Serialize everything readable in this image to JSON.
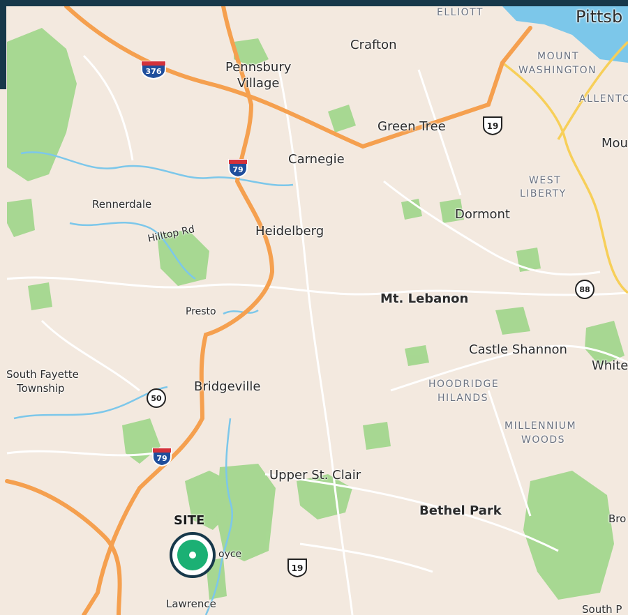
{
  "map": {
    "places": [
      {
        "id": "elliott",
        "text": "ELLIOTT"
      },
      {
        "id": "pittsburgh",
        "text": "Pittsb"
      },
      {
        "id": "crafton",
        "text": "Crafton"
      },
      {
        "id": "mount-washington-1",
        "text": "MOUNT"
      },
      {
        "id": "mount-washington-2",
        "text": "WASHINGTON"
      },
      {
        "id": "pennsbury-1",
        "text": "Pennsbury"
      },
      {
        "id": "pennsbury-2",
        "text": "Village"
      },
      {
        "id": "allentown",
        "text": "ALLENTO"
      },
      {
        "id": "green-tree",
        "text": "Green Tree"
      },
      {
        "id": "mount-oliver",
        "text": "Mou"
      },
      {
        "id": "carnegie",
        "text": "Carnegie"
      },
      {
        "id": "west-liberty-1",
        "text": "WEST"
      },
      {
        "id": "west-liberty-2",
        "text": "LIBERTY"
      },
      {
        "id": "rennerdale",
        "text": "Rennerdale"
      },
      {
        "id": "dormont",
        "text": "Dormont"
      },
      {
        "id": "hilltop-rd",
        "text": "Hilltop Rd"
      },
      {
        "id": "heidelberg",
        "text": "Heidelberg"
      },
      {
        "id": "mt-lebanon",
        "text": "Mt. Lebanon"
      },
      {
        "id": "presto",
        "text": "Presto"
      },
      {
        "id": "castle-shannon",
        "text": "Castle Shannon"
      },
      {
        "id": "whitehall",
        "text": "White"
      },
      {
        "id": "south-fayette-1",
        "text": "South Fayette"
      },
      {
        "id": "south-fayette-2",
        "text": "Township"
      },
      {
        "id": "bridgeville",
        "text": "Bridgeville"
      },
      {
        "id": "hoodridge-1",
        "text": "HOODRIDGE"
      },
      {
        "id": "hoodridge-2",
        "text": "HILANDS"
      },
      {
        "id": "millennium-1",
        "text": "MILLENNIUM"
      },
      {
        "id": "millennium-2",
        "text": "WOODS"
      },
      {
        "id": "upper-st-clair",
        "text": "Upper St. Clair"
      },
      {
        "id": "bethel-park",
        "text": "Bethel Park"
      },
      {
        "id": "brentwood",
        "text": "Bro"
      },
      {
        "id": "boyce",
        "text": "oyce"
      },
      {
        "id": "lawrence",
        "text": "Lawrence"
      },
      {
        "id": "south-park",
        "text": "South P"
      }
    ],
    "shields": [
      {
        "id": "i376",
        "type": "interstate",
        "text": "376"
      },
      {
        "id": "i79-north",
        "type": "interstate",
        "text": "79"
      },
      {
        "id": "i79-south",
        "type": "interstate",
        "text": "79"
      },
      {
        "id": "us19-north",
        "type": "us",
        "text": "19"
      },
      {
        "id": "us19-south",
        "type": "us",
        "text": "19"
      },
      {
        "id": "pa50",
        "type": "state",
        "text": "50"
      },
      {
        "id": "pa88",
        "type": "state",
        "text": "88"
      }
    ],
    "site": {
      "label": "SITE"
    },
    "colors": {
      "land": "#f3e9df",
      "park": "#9fd68a",
      "water": "#7cc7ea",
      "highway": "#f5a04f",
      "arterial": "#f7cf59",
      "road": "#ffffff",
      "frame": "#17384a",
      "marker": "#1bb074"
    }
  }
}
